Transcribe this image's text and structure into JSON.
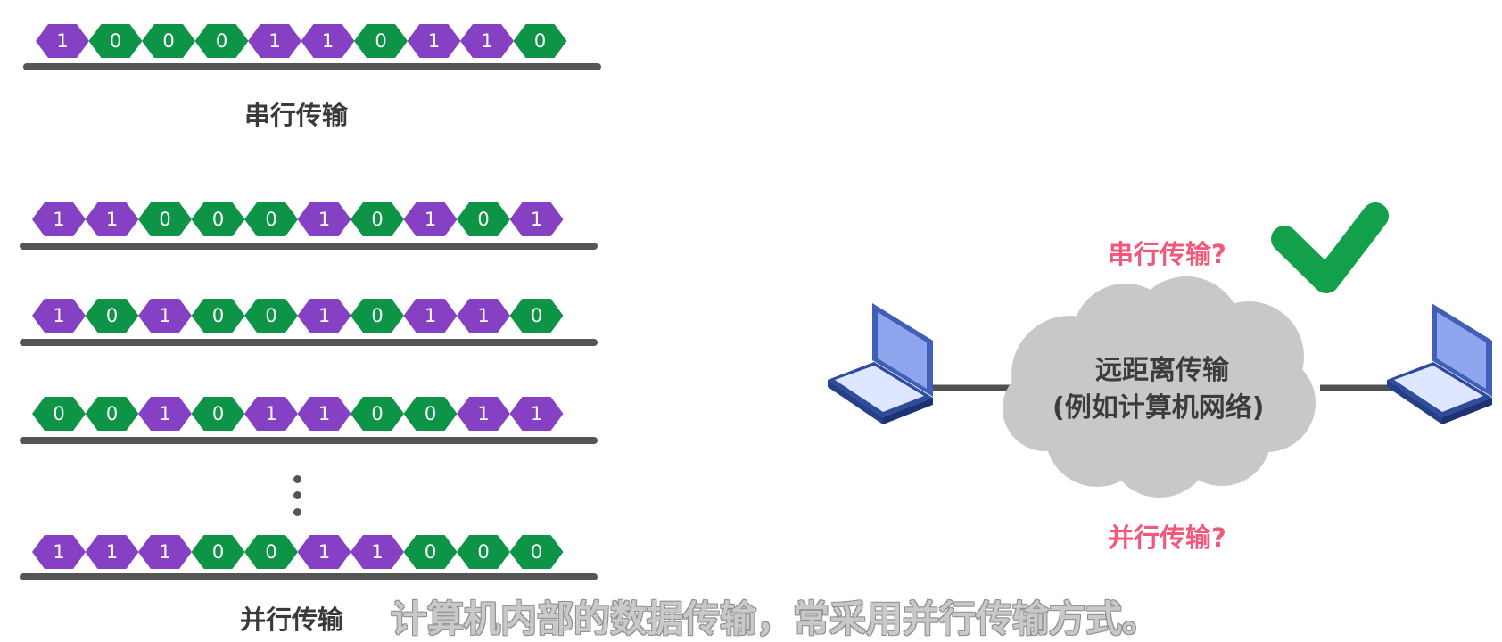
{
  "serial": {
    "bits": [
      1,
      0,
      0,
      0,
      1,
      1,
      0,
      1,
      1,
      0
    ],
    "caption": "串行传输"
  },
  "parallel": {
    "rows": [
      [
        1,
        1,
        0,
        0,
        0,
        1,
        0,
        1,
        0,
        1
      ],
      [
        1,
        0,
        1,
        0,
        0,
        1,
        0,
        1,
        1,
        0
      ],
      [
        0,
        0,
        1,
        0,
        1,
        1,
        0,
        0,
        1,
        1
      ],
      [
        1,
        1,
        1,
        0,
        0,
        1,
        1,
        0,
        0,
        0
      ]
    ],
    "caption": "并行传输"
  },
  "network": {
    "cloud_line1": "远距离传输",
    "cloud_line2": "(例如计算机网络)",
    "serial_question": "串行传输?",
    "parallel_question": "并行传输?",
    "check_icon": "checkmark-icon",
    "left_device_icon": "laptop-icon",
    "right_device_icon": "laptop-icon"
  },
  "subtitle": "计算机内部的数据传输，常采用并行传输方式。",
  "colors": {
    "bit_one": "#8540c4",
    "bit_zero": "#0e9447",
    "bus": "#555555",
    "question": "#f2587a",
    "check": "#12a04a",
    "cloud": "#c8c8c8"
  }
}
